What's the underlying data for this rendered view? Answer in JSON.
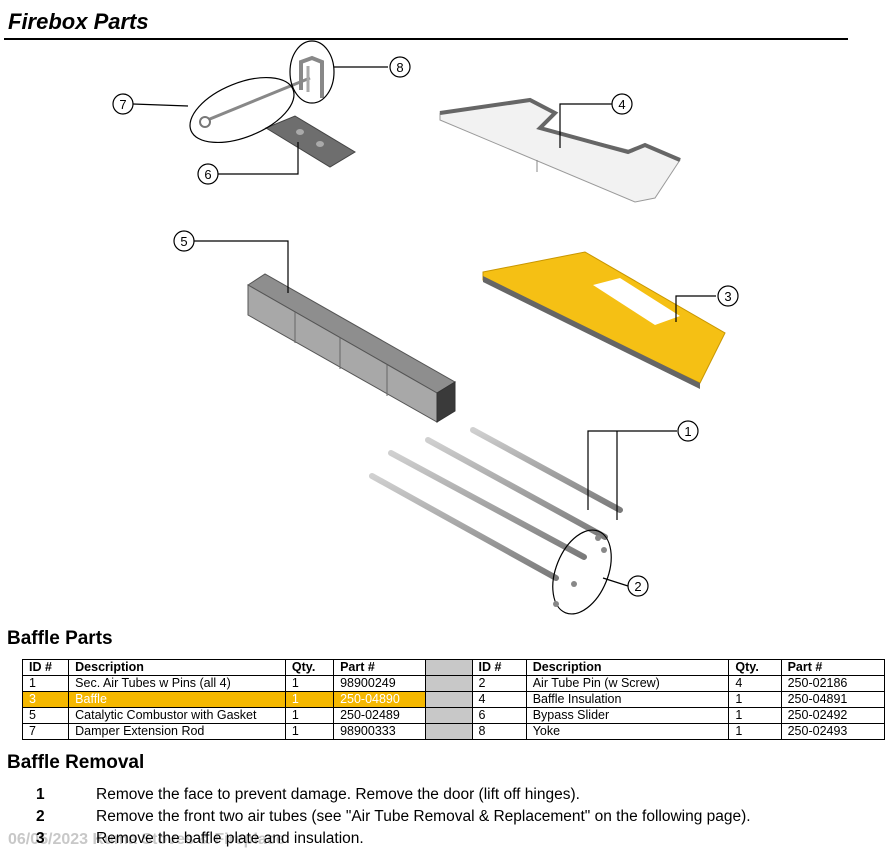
{
  "title": "Firebox Parts",
  "diagram": {
    "callouts": [
      "1",
      "2",
      "3",
      "4",
      "5",
      "6",
      "7",
      "8"
    ]
  },
  "baffle_parts": {
    "heading": "Baffle Parts",
    "headers": [
      "ID #",
      "Description",
      "Qty.",
      "Part #",
      "ID #",
      "Description",
      "Qty.",
      "Part #"
    ],
    "rows": [
      {
        "left": {
          "id": "1",
          "desc": "Sec. Air Tubes w Pins (all 4)",
          "qty": "1",
          "part": "98900249"
        },
        "right": {
          "id": "2",
          "desc": "Air Tube Pin (w Screw)",
          "qty": "4",
          "part": "250-02186"
        }
      },
      {
        "left": {
          "id": "3",
          "desc": "Baffle",
          "qty": "1",
          "part": "250-04890"
        },
        "right": {
          "id": "4",
          "desc": "Baffle Insulation",
          "qty": "1",
          "part": "250-04891"
        }
      },
      {
        "left": {
          "id": "5",
          "desc": "Catalytic Combustor with Gasket",
          "qty": "1",
          "part": "250-02489"
        },
        "right": {
          "id": "6",
          "desc": "Bypass Slider",
          "qty": "1",
          "part": "250-02492"
        }
      },
      {
        "left": {
          "id": "7",
          "desc": "Damper Extension Rod",
          "qty": "1",
          "part": "98900333"
        },
        "right": {
          "id": "8",
          "desc": "Yoke",
          "qty": "1",
          "part": "250-02493"
        }
      }
    ],
    "highlight_color": "#f5b800"
  },
  "baffle_removal": {
    "heading": "Baffle Removal",
    "steps": [
      {
        "num": "1",
        "text": "Remove the face to prevent damage.  Remove the door (lift off hinges)."
      },
      {
        "num": "2",
        "text": "Remove the front two air tubes (see \"Air Tube Removal & Replacement\" on the following page)."
      },
      {
        "num": "3",
        "text": "Remove the baffle plate and insulation."
      }
    ]
  },
  "footer": {
    "text": "06/05/2023  Kuma Stoves & Fireplace"
  }
}
